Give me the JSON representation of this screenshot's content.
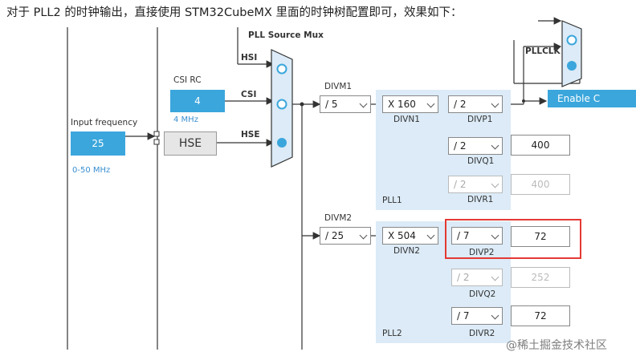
{
  "caption": "对于 PLL2 的时钟输出，直接使用 STM32CubeMX 里面的时钟树配置即可，效果如下：",
  "mux": {
    "title": "PLL Source Mux",
    "inputs": [
      "HSI",
      "CSI",
      "HSE"
    ]
  },
  "csi": {
    "label": "CSI RC",
    "value": "4",
    "note": "4 MHz"
  },
  "input_freq": {
    "label": "Input frequency",
    "value": "25",
    "range": "0-50 MHz"
  },
  "hse": {
    "label": "HSE"
  },
  "pll1": {
    "name": "PLL1",
    "divm": {
      "label": "DIVM1",
      "value": "/ 5"
    },
    "divn": {
      "label": "DIVN1",
      "value": "X 160"
    },
    "divp": {
      "label": "DIVP1",
      "value": "/ 2"
    },
    "divq": {
      "label": "DIVQ1",
      "value": "/ 2",
      "output": "400"
    },
    "divr": {
      "label": "DIVR1",
      "value": "/ 2",
      "output": "400"
    }
  },
  "pll2": {
    "name": "PLL2",
    "divm": {
      "label": "DIVM2",
      "value": "/ 25"
    },
    "divn": {
      "label": "DIVN2",
      "value": "X 504"
    },
    "divp": {
      "label": "DIVP2",
      "value": "/ 7",
      "output": "72"
    },
    "divq": {
      "label": "DIVQ2",
      "value": "/ 2",
      "output": "252"
    },
    "divr": {
      "label": "DIVR2",
      "value": "/ 7",
      "output": "72"
    }
  },
  "pllclk": {
    "label": "PLLCLK",
    "enable_label": "Enable C"
  },
  "watermark": "@稀土掘金技术社区",
  "colors": {
    "panel": "#dcebf7",
    "accent": "#3ba6dc",
    "highlight": "#e53935"
  }
}
